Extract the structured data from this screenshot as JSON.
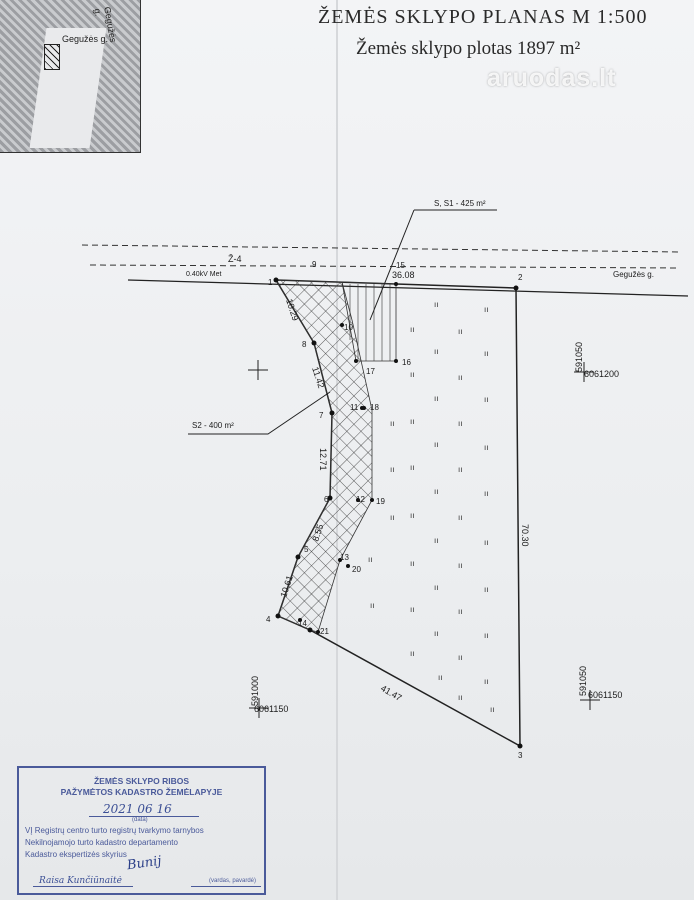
{
  "title": "ŽEMĖS SKLYPO PLANAS M 1:500",
  "area_line": "Žemės sklypo plotas 1897 m²",
  "watermark": "aruodas.lt",
  "inset": {
    "street_label": "Gegužės g.",
    "street_label_2": "Gegužės g."
  },
  "plan": {
    "street": "Gegužės g.",
    "power_line": "0.40kV Met",
    "zone": "Ž-4",
    "servitude_s1": "S, S1 - 425 m²",
    "servitude_s2": "S2 - 400 m²",
    "point_labels": [
      "1",
      "2",
      "3",
      "4",
      "5",
      "6",
      "7",
      "8",
      "9",
      "10",
      "11",
      "12",
      "13",
      "14",
      "15",
      "16",
      "17",
      "18",
      "19",
      "20",
      "21"
    ],
    "dimensions": [
      "36.08",
      "70.30",
      "41.47",
      "10.61",
      "8.55",
      "12.71",
      "11.42",
      "10.29"
    ],
    "coords": [
      "6061200",
      "591050",
      "6061150",
      "591000",
      "6061150",
      "591050"
    ]
  },
  "stamp": {
    "line1": "ŽEMĖS SKLYPO RIBOS",
    "line2": "PAŽYMĖTOS KADASTRO ŽEMĖLAPYJE",
    "date": "2021 06 16",
    "date_caption": "(data)",
    "line3": "VĮ Registrų centro turto registrų tvarkymo tarnybos",
    "line4": "Nekilnojamojo turto kadastro departamento",
    "line5": "Kadastro ekspertizės skyrius",
    "signer": "Raisa Kunčiūnaitė",
    "sign_caption": "(vardas, pavardė)",
    "signature": "Bunij"
  },
  "colors": {
    "ink": "#2a2a2a",
    "stamp": "#4a5a9a",
    "paper": "#eceef1"
  }
}
